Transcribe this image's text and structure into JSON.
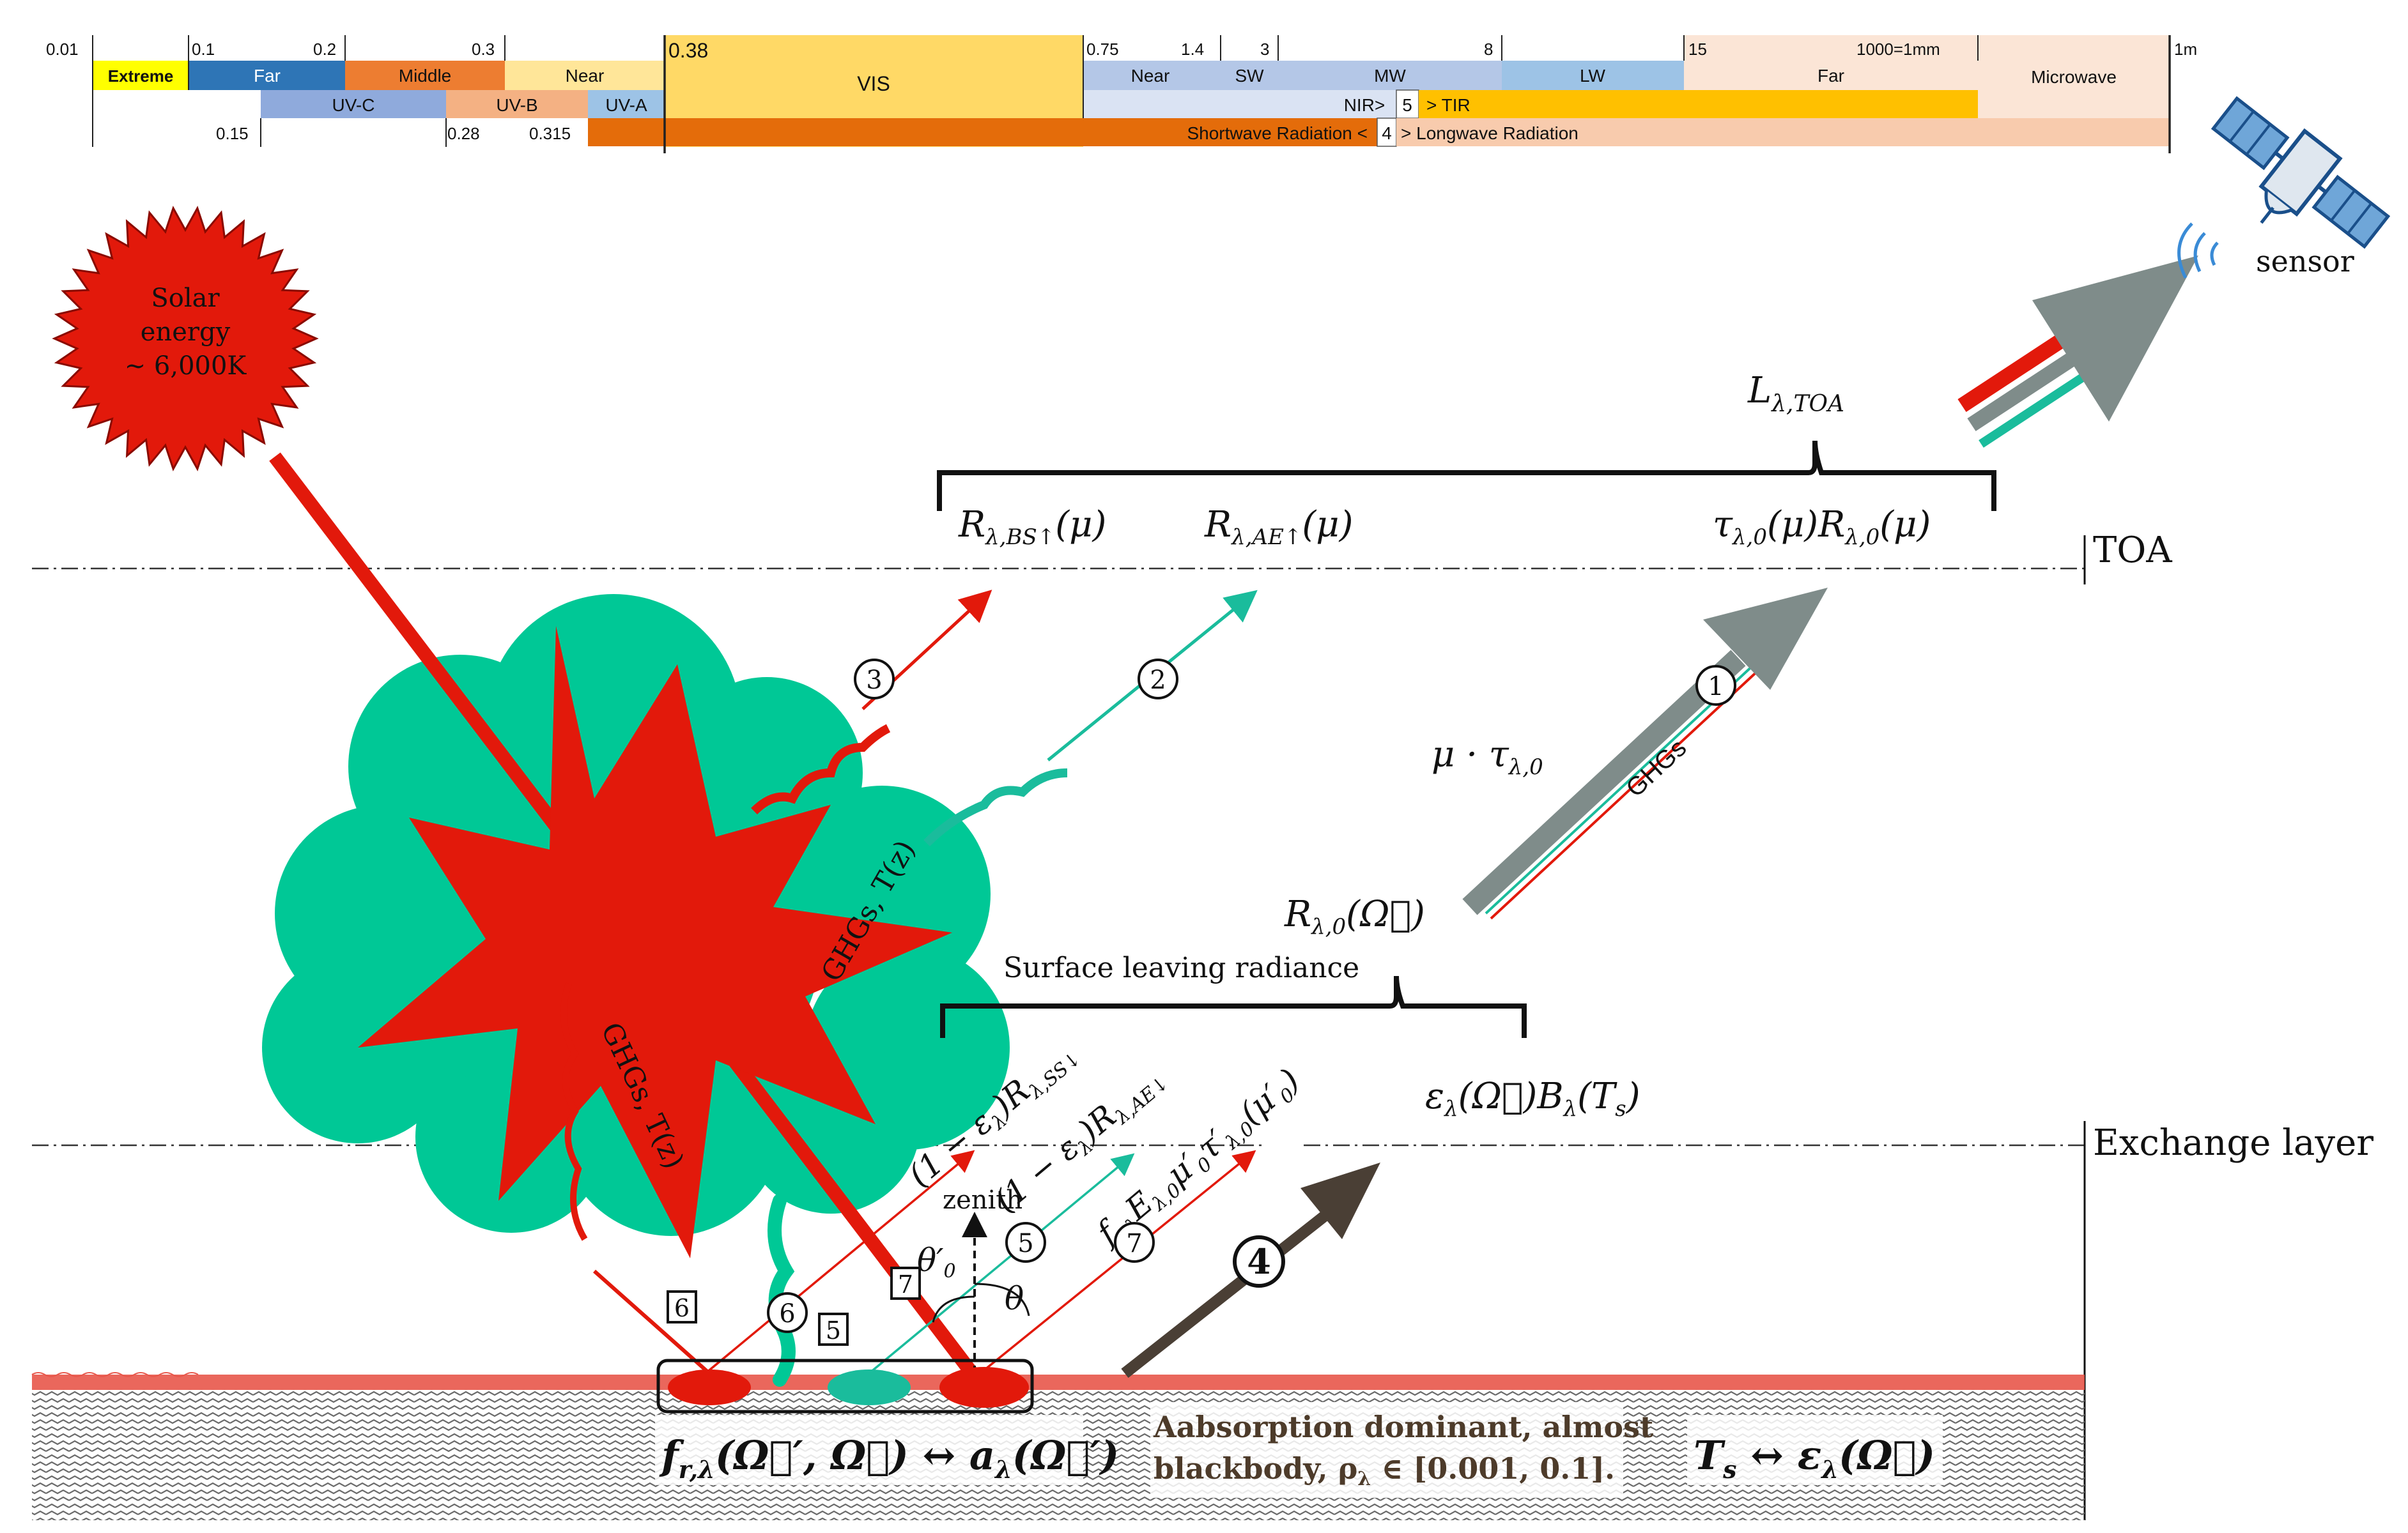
{
  "spectrum": {
    "ticks_row1": [
      "0.01",
      "0.1",
      "0.2",
      "0.3",
      "0.38",
      "0.75",
      "1.4",
      "3",
      "8",
      "15",
      "1000=1mm",
      "1m"
    ],
    "bands_row1": [
      "Extreme",
      "Far",
      "Middle",
      "Near",
      "VIS",
      "Near",
      "SW",
      "MW",
      "LW",
      "Far",
      "Microwave"
    ],
    "bands_row2": [
      "UV-C",
      "UV-B",
      "UV-A",
      "NIR>",
      "5",
      "> TIR"
    ],
    "ticks_row3": [
      "0.15",
      "0.28",
      "0.315"
    ],
    "bands_row3": [
      "Shortwave Radiation <",
      "4",
      "> Longwave Radiation"
    ],
    "colors": {
      "extreme": "#FFFF00",
      "far_uv": "#2E75B6",
      "middle_uv": "#ED7D31",
      "near_uv": "#FFE699",
      "vis": "#FFD966",
      "nir": "#B4C7E7",
      "mwir": "#B4C7E7",
      "lwir": "#9DC3E6",
      "far_ir": "#FBE5D6",
      "microwave": "#FBE5D6",
      "uvc": "#8FAADC",
      "uvb": "#F4B183",
      "uva": "#9DC3E6",
      "nir_row": "#DAE3F3",
      "tir": "#FFC000",
      "shortwave": "#E46C0A",
      "longwave": "#F8CBAD"
    }
  },
  "labels": {
    "sun": [
      "Solar",
      "energy",
      "~ 6,000K"
    ],
    "sensor": "sensor",
    "toa": "TOA",
    "exchange_layer": "Exchange layer",
    "l_toa": "L",
    "l_toa_sub": "λ,TOA",
    "r_bs": "R",
    "r_bs_sub": "λ,BS↑",
    "r_bs_arg": "(μ)",
    "r_ae": "R",
    "r_ae_sub": "λ,AE↑",
    "r_ae_arg": "(μ)",
    "tau_r": "τ",
    "tau_r_sub": "λ,0",
    "tau_r_mid": "(μ)R",
    "tau_r_sub2": "λ,0",
    "tau_r_end": "(μ)",
    "mu_tau": "μ · τ",
    "mu_tau_sub": "λ,0",
    "ghgs": "GHGs",
    "ghgs_cloud_1": "GHGs, T(z)",
    "ghgs_cloud_2": "GHGs, T(z)",
    "r0": "R",
    "r0_sub": "λ,0",
    "r0_arg": "(Ω⃗)",
    "surface_leaving": "Surface leaving radiance",
    "eps_b": "ε",
    "eps_b_sub": "λ",
    "eps_b_mid": "(Ω⃗)B",
    "eps_b_sub2": "λ",
    "eps_b_end": "(T",
    "eps_b_sub3": "s",
    "eps_b_close": ")",
    "term_ss": "(1 − ε",
    "term_ss_sub": "λ",
    "term_ss_mid": ")R",
    "term_ss_sub2": "λ,SS↓",
    "term_ae": "(1 − ε",
    "term_ae_sub": "λ",
    "term_ae_mid": ")R",
    "term_ae_sub2": "λ,AE↓",
    "term_f": "f",
    "term_f_sub": "r,λ",
    "term_f_mid": "E",
    "term_f_sub2": "λ,0",
    "term_f_mu": "μ′",
    "term_f_sub3": "0",
    "term_f_tau": "τ′",
    "term_f_sub4": "λ,0",
    "term_f_end": "(μ′",
    "term_f_sub5": "0",
    "term_f_close": ")",
    "zenith": "zenith",
    "theta0": "θ′",
    "theta0_sub": "0",
    "theta": "θ",
    "absorption_1": "Aabsorption dominant, almost",
    "absorption_2": "blackbody, ρ",
    "absorption_2_sub": "λ",
    "absorption_2_end": " ∈ [0.001, 0.1].",
    "brdf_eq": "f",
    "brdf_eq_sub": "r,λ",
    "brdf_eq_rest": "(Ω⃗′, Ω⃗) ↔ a",
    "brdf_eq_sub2": "λ",
    "brdf_eq_end": "(Ω⃗′)",
    "ts_eq": "T",
    "ts_eq_sub": "s",
    "ts_eq_rest": " ↔ ε",
    "ts_eq_sub2": "λ",
    "ts_eq_end": "(Ω⃗)"
  },
  "markers": {
    "circled": [
      "1",
      "2",
      "3",
      "4",
      "5",
      "6",
      "7"
    ],
    "boxed": [
      "5",
      "6",
      "7"
    ]
  },
  "colors": {
    "red": "#E2190B",
    "cyan": "#1ABC9C",
    "cloud": "#00C896",
    "gray_arrow": "#7F8C8A",
    "dark_arrow": "#4A3F35",
    "surface_red": "#E8564A"
  }
}
